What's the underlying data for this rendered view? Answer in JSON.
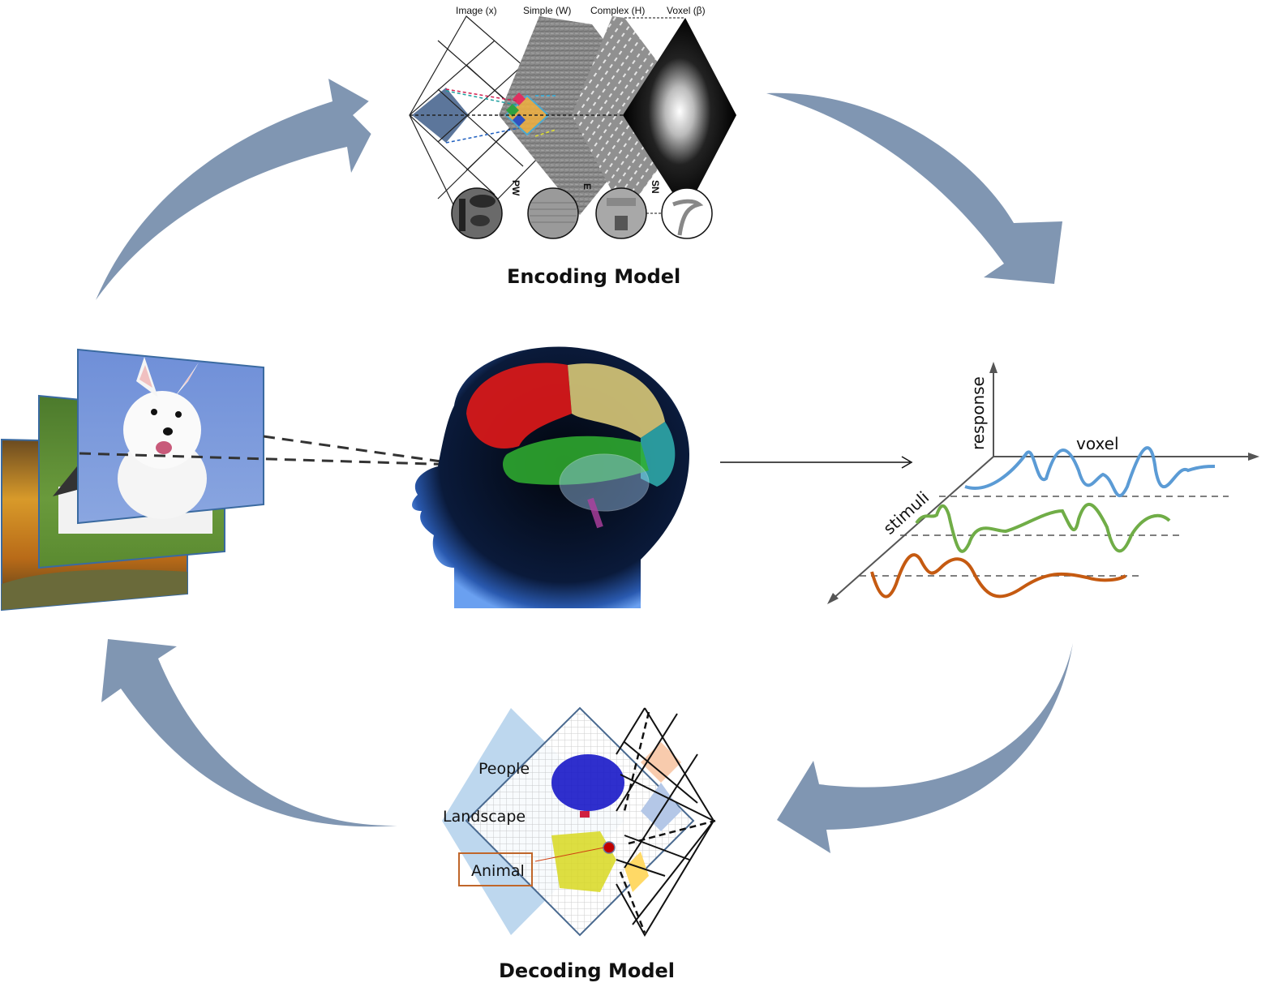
{
  "encoding": {
    "title": "Encoding Model",
    "layers": [
      {
        "label": "Image (x)",
        "name": "Image",
        "symbol": "x"
      },
      {
        "label": "Simple (W)",
        "name": "Simple",
        "symbol": "W"
      },
      {
        "label": "Complex (H)",
        "name": "Complex",
        "symbol": "H"
      },
      {
        "label": "Voxel (β)",
        "name": "Voxel",
        "symbol": "β"
      }
    ],
    "stage_labels": [
      "PW",
      "E",
      "SN"
    ]
  },
  "decoding": {
    "title": "Decoding Model",
    "classes": [
      "People",
      "Landscape",
      "Animal"
    ],
    "selected_class": "Animal"
  },
  "response_plot": {
    "axes": {
      "vertical": "response",
      "horizontal": "voxel",
      "depth": "stimuli"
    },
    "series_colors": [
      "#5b9bd5",
      "#70ad47",
      "#c55a11"
    ]
  },
  "stimuli": {
    "images": [
      "sunset",
      "house",
      "puppy"
    ]
  },
  "colors": {
    "cycle_arrow": "#8096b2",
    "class_box_border": "#c0662a",
    "diamond_fill": "#bdd7ee"
  }
}
